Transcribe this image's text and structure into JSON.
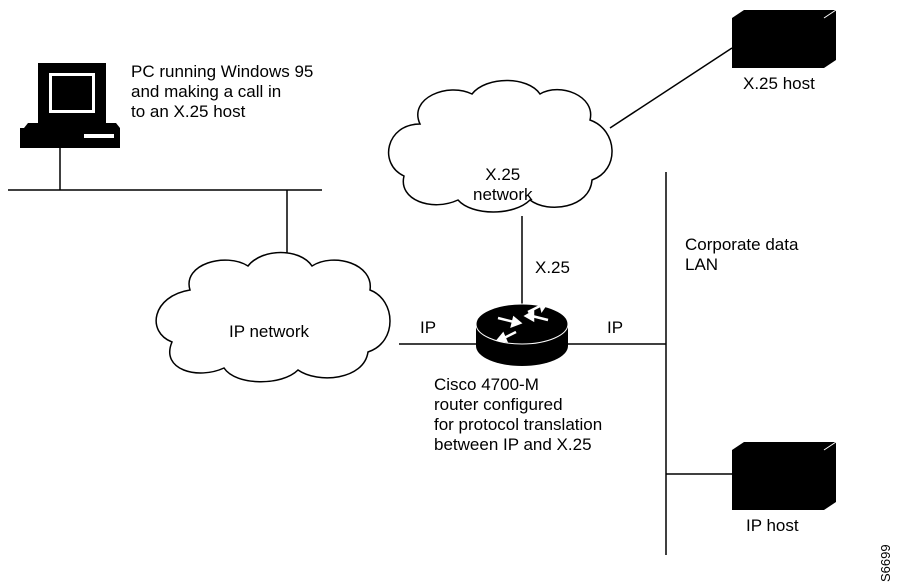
{
  "labels": {
    "pc": "PC running Windows 95\nand making a call in\nto an X.25 host",
    "x25_host": "X.25 host",
    "x25_network": "X.25\nnetwork",
    "x25_link": "X.25",
    "corporate_lan": "Corporate data\nLAN",
    "ip_network": "IP network",
    "ip_link_left": "IP",
    "ip_link_right": "IP",
    "router": "Cisco 4700-M\nrouter configured\nfor protocol translation\nbetween IP and X.25",
    "ip_host": "IP host",
    "figure_id": "S6699"
  }
}
